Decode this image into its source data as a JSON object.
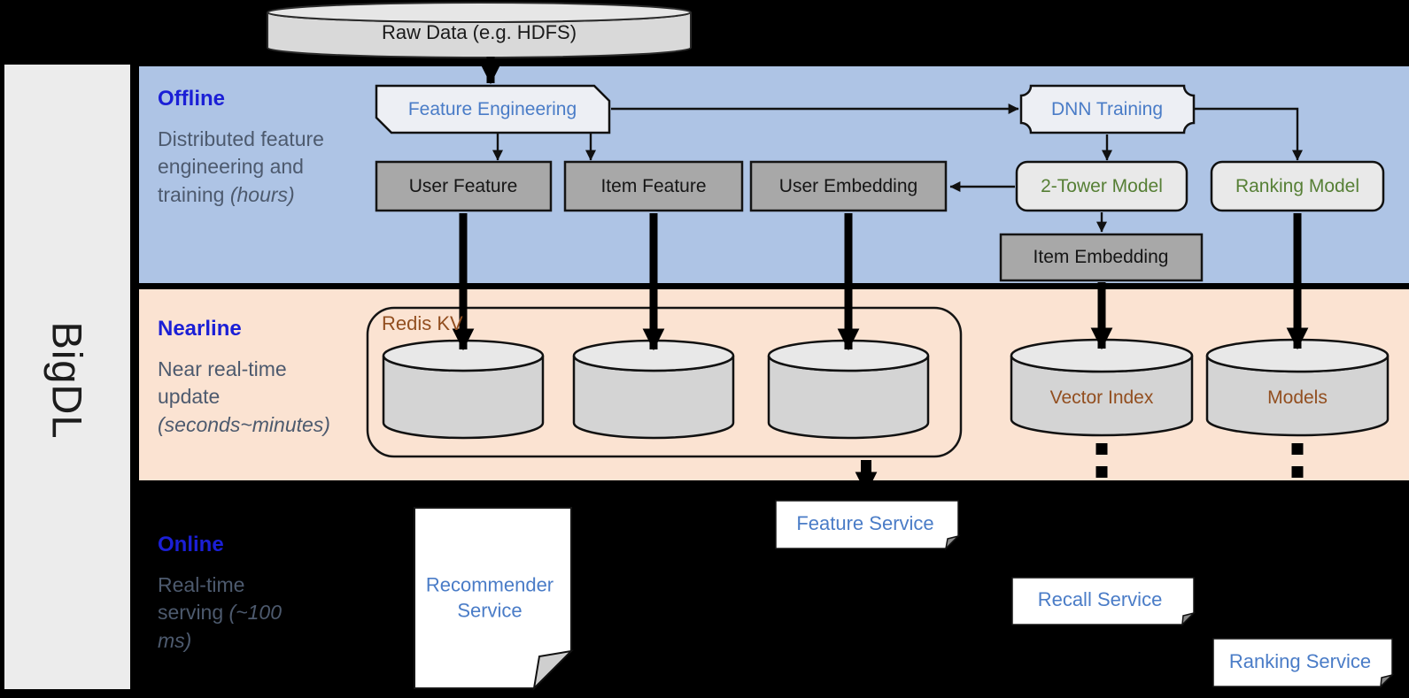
{
  "sidebar": {
    "brand": "BigDL"
  },
  "raw_data": {
    "label": "Raw Data (e.g. HDFS)"
  },
  "offline": {
    "title": "Offline",
    "subtitle": "Distributed feature engineering and training ",
    "subtitle_note": "(hours)",
    "feature_engineering": "Feature Engineering",
    "dnn_training": "DNN Training",
    "user_feature": "User Feature",
    "item_feature": "Item Feature",
    "user_embedding": "User Embedding",
    "two_tower_model": "2-Tower Model",
    "ranking_model": "Ranking Model",
    "item_embedding": "Item Embedding"
  },
  "nearline": {
    "title": "Nearline",
    "subtitle": "Near real-time update ",
    "subtitle_note": "(seconds~minutes)",
    "redis_kv": "Redis KV",
    "vector_index": "Vector Index",
    "models": "Models"
  },
  "online": {
    "title": "Online",
    "subtitle": "Real-time serving ",
    "subtitle_note": "(~100 ms)",
    "recommender_service": "Recommender Service",
    "feature_service": "Feature Service",
    "recall_service": "Recall Service",
    "ranking_service": "Ranking Service"
  },
  "colors": {
    "offline_band": "#aec4e5",
    "nearline_band": "#fbe3d2",
    "online_background": "#000000",
    "sidebar_fill": "#ececec",
    "section_title_blue": "#1b1fd6",
    "node_text_blue": "#4a7cc7",
    "model_text_green": "#567f35",
    "storage_text_brown": "#924e1f",
    "subtitle_gray": "#4d5a6e",
    "gray_node_fill": "#a8a8a8",
    "light_node_fill": "#edeff4",
    "cylinder_fill": "#d4d4d4"
  }
}
